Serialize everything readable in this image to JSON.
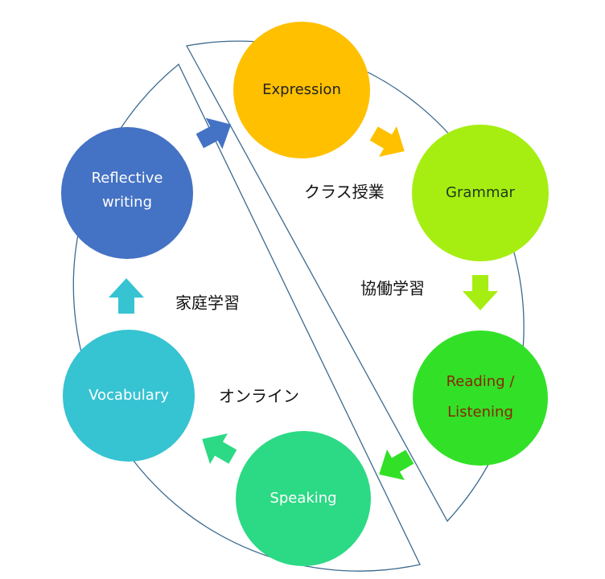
{
  "title": "Learning cycle",
  "sections": {
    "classroom": "クラス授業",
    "collaborative": "協働学習",
    "home": "家庭学習",
    "online": "オンライン"
  },
  "nodes": [
    {
      "label_lines": [
        "Expression"
      ],
      "color": "#FFC000",
      "text_color": "#222222"
    },
    {
      "label_lines": [
        "Grammar"
      ],
      "color": "#A6EE12",
      "text_color": "#1e3a1e"
    },
    {
      "label_lines": [
        "Reading /",
        "Listening"
      ],
      "color": "#32E028",
      "text_color": "#8B2500"
    },
    {
      "label_lines": [
        "Speaking"
      ],
      "color": "#2CD985",
      "text_color": "#ffffff"
    },
    {
      "label_lines": [
        "Vocabulary"
      ],
      "color": "#36C3D2",
      "text_color": "#ffffff"
    },
    {
      "label_lines": [
        "Reflective",
        "writing"
      ],
      "color": "#4472C4",
      "text_color": "#ffffff"
    }
  ],
  "colors": {
    "outline": "#3B6A8F"
  }
}
